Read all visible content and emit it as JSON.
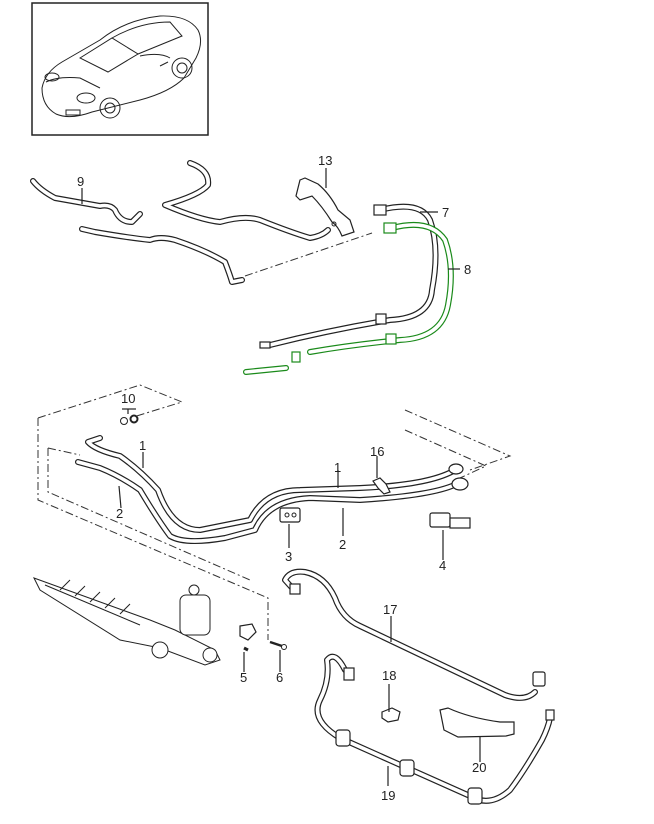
{
  "diagram": {
    "title_image": "car-thumbnail",
    "highlight_color": "#1a8a1a",
    "line_color": "#222222",
    "callouts": [
      {
        "id": "c1a",
        "label": "1"
      },
      {
        "id": "c1b",
        "label": "1"
      },
      {
        "id": "c2a",
        "label": "2"
      },
      {
        "id": "c2b",
        "label": "2"
      },
      {
        "id": "c3",
        "label": "3"
      },
      {
        "id": "c4",
        "label": "4"
      },
      {
        "id": "c5",
        "label": "5"
      },
      {
        "id": "c6",
        "label": "6"
      },
      {
        "id": "c7",
        "label": "7"
      },
      {
        "id": "c8",
        "label": "8",
        "highlighted": true
      },
      {
        "id": "c9",
        "label": "9"
      },
      {
        "id": "c10",
        "label": "10"
      },
      {
        "id": "c13",
        "label": "13"
      },
      {
        "id": "c16",
        "label": "16"
      },
      {
        "id": "c17",
        "label": "17"
      },
      {
        "id": "c18",
        "label": "18"
      },
      {
        "id": "c19",
        "label": "19"
      },
      {
        "id": "c20",
        "label": "20"
      }
    ]
  }
}
